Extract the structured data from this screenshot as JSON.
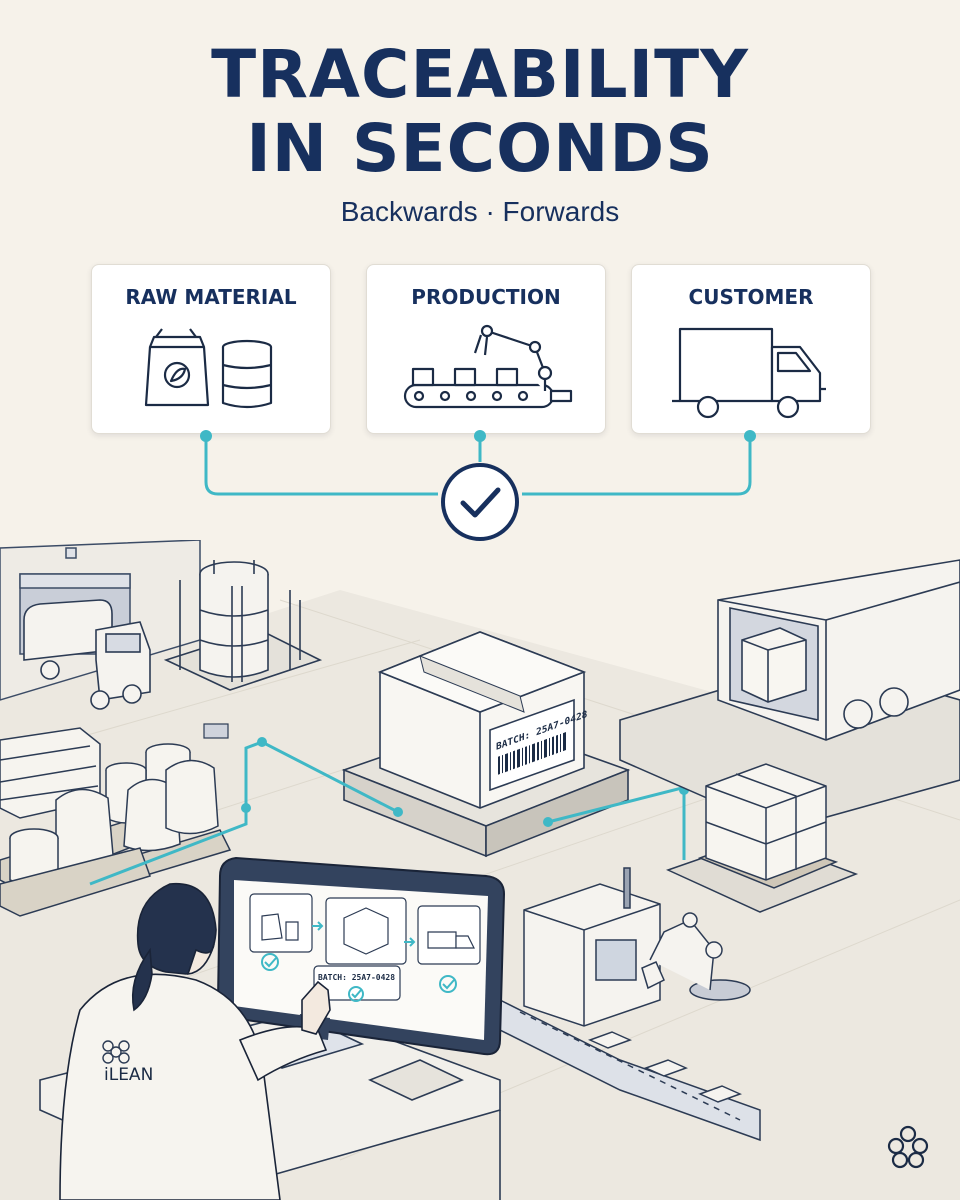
{
  "title_line1": "TRACEABILITY",
  "title_line2": "IN SECONDS",
  "subtitle": "Backwards · Forwards",
  "stages": [
    {
      "label": "RAW MATERIAL",
      "icon": "raw-material-icon"
    },
    {
      "label": "PRODUCTION",
      "icon": "production-icon"
    },
    {
      "label": "CUSTOMER",
      "icon": "delivery-truck-icon"
    }
  ],
  "connector_icon": "checkmark-circle-icon",
  "box_label": "BATCH: 25A7-0428",
  "screen_label": "BATCH: 25A7-0428",
  "uniform_logo": "iLEAN",
  "colors": {
    "navy": "#17305e",
    "teal": "#3fb8c6",
    "background": "#f6f2ea"
  }
}
